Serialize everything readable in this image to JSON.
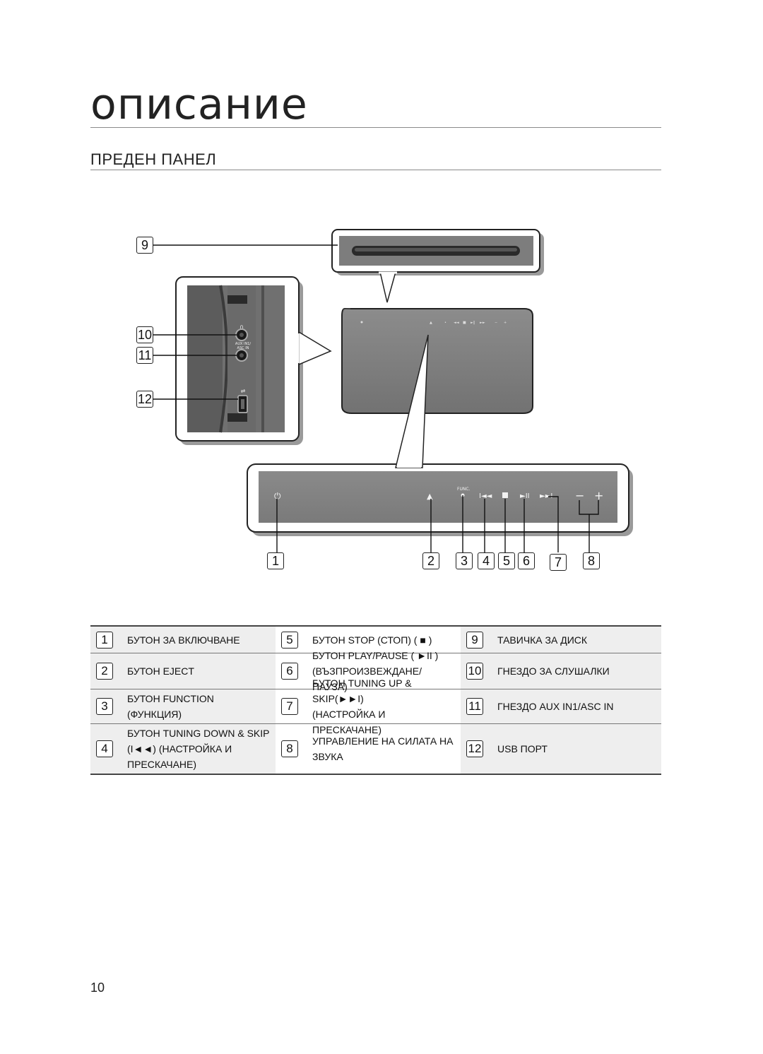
{
  "header": {
    "title": "описание",
    "subtitle": "ПРЕДЕН ПАНЕЛ"
  },
  "diagram": {
    "callouts": [
      "1",
      "2",
      "3",
      "4",
      "5",
      "6",
      "7",
      "8",
      "9",
      "10",
      "11",
      "12"
    ],
    "side_labels": {
      "aux": "AUX IN1/\nASC IN"
    },
    "func_label": "FUNC.",
    "colors": {
      "panel": "#808080",
      "panel_dark": "#6b6b6b",
      "frame": "#ffffff",
      "shadow": "#9a9a9a"
    }
  },
  "table": {
    "rows": [
      [
        {
          "num": "1",
          "text": "БУТОН ЗА ВКЛЮЧВАНЕ"
        },
        {
          "num": "5",
          "text": "БУТОН STOP (СТОП) ( ■ )"
        },
        {
          "num": "9",
          "text": "ТАВИЧКА ЗА ДИСК"
        }
      ],
      [
        {
          "num": "2",
          "text": "БУТОН EJECT"
        },
        {
          "num": "6",
          "text": "БУТОН PLAY/PAUSE ( ►II )\n(ВЪЗПРОИЗВЕЖДАНЕ/ПАУЗА)"
        },
        {
          "num": "10",
          "text": "ГНЕЗДО ЗА СЛУШАЛКИ"
        }
      ],
      [
        {
          "num": "3",
          "text": "БУТОН FUNCTION (ФУНКЦИЯ)"
        },
        {
          "num": "7",
          "text": "БУТОН TUNING UP & SKIP(►►I)\n(НАСТРОЙКА И ПРЕСКАЧАНЕ)"
        },
        {
          "num": "11",
          "text": "ГНЕЗДО AUX IN1/ASC IN"
        }
      ],
      [
        {
          "num": "4",
          "text": "БУТОН TUNING DOWN & SKIP\n(I◄◄)  (НАСТРОЙКА И\nПРЕСКАЧАНЕ)"
        },
        {
          "num": "8",
          "text": "УПРАВЛЕНИЕ НА СИЛАТА НА\nЗВУКА"
        },
        {
          "num": "12",
          "text": "USB ПОРТ"
        }
      ]
    ]
  },
  "footer": {
    "page_number": "10"
  }
}
